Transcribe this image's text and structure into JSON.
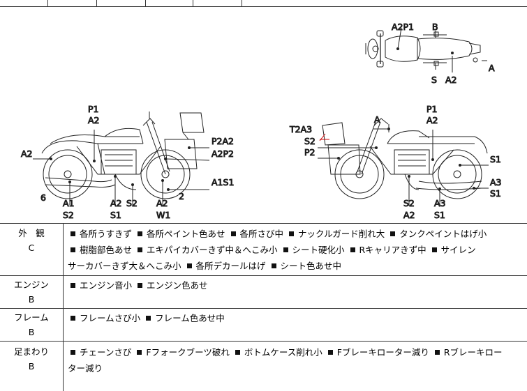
{
  "top_view": {
    "labels": [
      "A2P1",
      "B",
      "A",
      "S",
      "A2"
    ]
  },
  "left_view": {
    "labels": [
      "P1",
      "A2",
      "A2",
      "P2A2",
      "A2P2",
      "A1S1",
      "6",
      "2",
      "A1",
      "S2",
      "A2",
      "S2",
      "A2",
      "S1",
      "W1"
    ]
  },
  "right_view": {
    "labels": [
      "A",
      "P1",
      "A2",
      "T2A3",
      "S2",
      "P2",
      "S1",
      "A3",
      "S1",
      "S2",
      "A2",
      "A3",
      "S1"
    ]
  },
  "sections": [
    {
      "name": "外　観",
      "grade": "C",
      "lines": [
        [
          "各所うすきず",
          "各所ペイント色あせ",
          "各所さび中",
          "ナックルガード削れ大",
          "タンクペイントはげ小"
        ],
        [
          "樹脂部色あせ",
          "エキパイカバーきず中＆へこみ小",
          "シート硬化小",
          "Rキャリアきず中",
          "サイレン"
        ],
        [
          "サーカバーきず大＆へこみ小",
          "各所デカールはげ",
          "シート色あせ中"
        ]
      ]
    },
    {
      "name": "エンジン",
      "grade": "B",
      "lines": [
        [
          "エンジン音小",
          "エンジン色あせ"
        ]
      ]
    },
    {
      "name": "フレーム",
      "grade": "B",
      "lines": [
        [
          "フレームさび小",
          "フレーム色あせ中"
        ]
      ]
    },
    {
      "name": "足まわり",
      "grade": "B",
      "lines": [
        [
          "チェーンさび",
          "Fフォークブーツ破れ",
          "ボトムケース削れ小",
          "Fブレーキローター減り",
          "Rブレーキロー"
        ],
        [
          "ター減り"
        ]
      ]
    }
  ]
}
